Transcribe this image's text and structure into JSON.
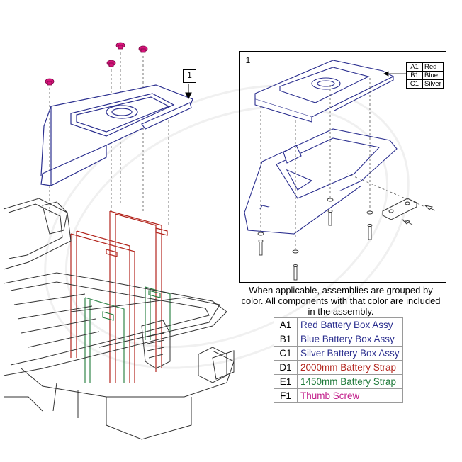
{
  "main_callout": "1",
  "detail": {
    "callout": "1",
    "color_key": [
      {
        "code": "A1",
        "color_name": "Red"
      },
      {
        "code": "B1",
        "color_name": "Blue"
      },
      {
        "code": "C1",
        "color_name": "Silver"
      }
    ]
  },
  "note": "When applicable, assemblies are grouped by color. All components with that color are included in the assembly.",
  "legend": [
    {
      "code": "A1",
      "label": "Red Battery Box Assy",
      "color": "#2b2f8f"
    },
    {
      "code": "B1",
      "label": "Blue Battery Box Assy",
      "color": "#2b2f8f"
    },
    {
      "code": "C1",
      "label": "Silver Battery Box Assy",
      "color": "#2b2f8f"
    },
    {
      "code": "D1",
      "label": "2000mm Battery Strap",
      "color": "#b3261e"
    },
    {
      "code": "E1",
      "label": "1450mm Battery Strap",
      "color": "#1f7a3a"
    },
    {
      "code": "F1",
      "label": "Thumb Screw",
      "color": "#c21d8a"
    }
  ],
  "colors": {
    "assembly_blue": "#2b2f8f",
    "strap_red": "#b3261e",
    "strap_green": "#1f7a3a",
    "screw_magenta": "#d6137a",
    "frame_gray": "#333333"
  }
}
